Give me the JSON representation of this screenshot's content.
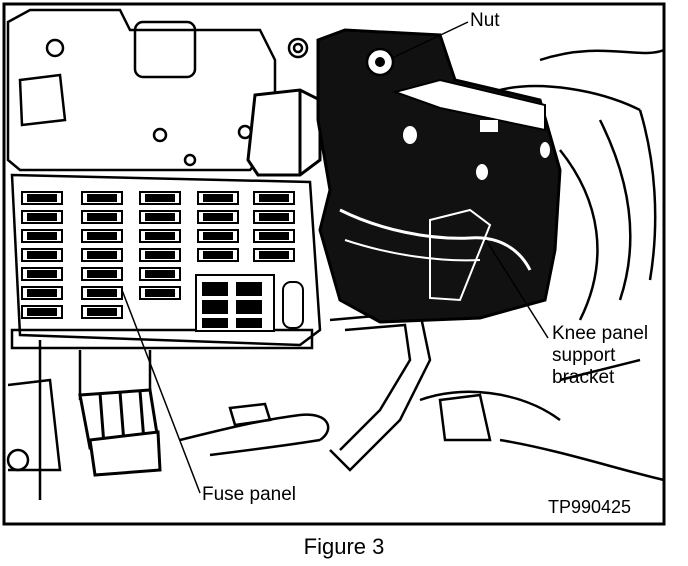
{
  "labels": {
    "nut": "Nut",
    "knee_panel_line1": "Knee panel",
    "knee_panel_line2": "support",
    "knee_panel_line3": "bracket",
    "fuse_panel": "Fuse panel",
    "figure_code": "TP990425"
  },
  "caption": "Figure 3",
  "colors": {
    "ink": "#000000",
    "paper": "#ffffff",
    "bracket": "#111111"
  }
}
